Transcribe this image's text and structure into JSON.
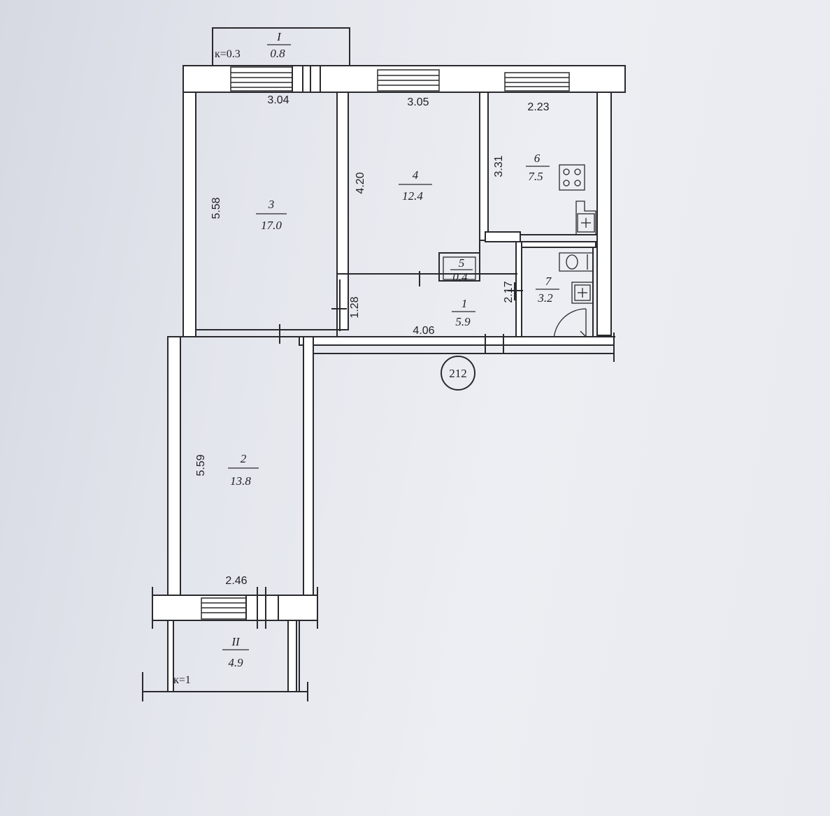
{
  "plan": {
    "unit_number": "212",
    "rooms": [
      {
        "id": "3",
        "area": "17.0"
      },
      {
        "id": "4",
        "area": "12.4"
      },
      {
        "id": "5",
        "area": "0.4"
      },
      {
        "id": "6",
        "area": "7.5"
      },
      {
        "id": "7",
        "area": "3.2"
      },
      {
        "id": "1",
        "area": "5.9"
      },
      {
        "id": "2",
        "area": "13.8"
      }
    ],
    "balconies": [
      {
        "id": "I",
        "area": "0.8",
        "coef": "к=0.3"
      },
      {
        "id": "II",
        "area": "4.9",
        "coef": "к=1"
      }
    ],
    "dimensions": {
      "room3_width": "3.04",
      "room3_length": "5.58",
      "room4_width": "3.05",
      "room4_length": "4.20",
      "room6_width": "2.23",
      "room6_length": "3.31",
      "room7_length": "2.17",
      "hall_width": "1.28",
      "hall_length": "4.06",
      "room2_length": "5.59",
      "room2_width": "2.46"
    }
  }
}
